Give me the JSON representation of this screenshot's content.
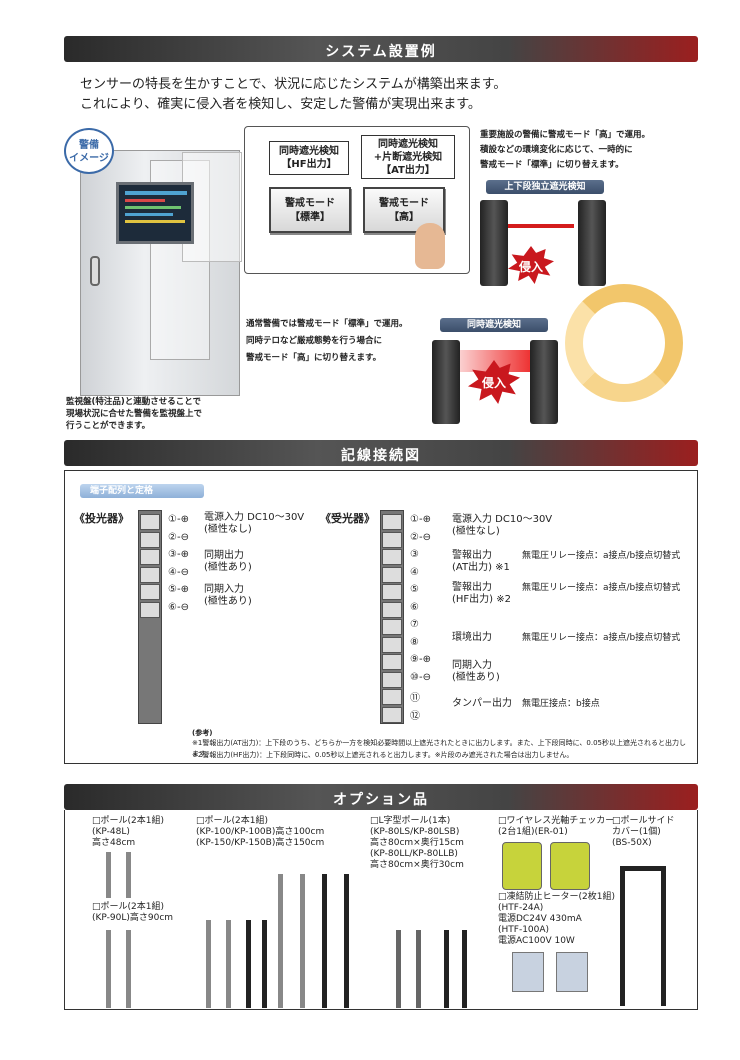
{
  "section1": {
    "title": "システム設置例",
    "intro_line1": "センサーの特長を生かすことで、状況に応じたシステムが構築出来ます。",
    "intro_line2": "これにより、確実に侵入者を検知し、安定した警備が実現出来ます。",
    "badge": "警備\nイメージ",
    "panel_box1": "同時遮光検知\n【HF出力】",
    "panel_box2": "同時遮光検知\n+片断遮光検知\n【AT出力】",
    "mode_btn1": "警戒モード\n【標準】",
    "mode_btn2": "警戒モード\n【高】",
    "caption": "監視盤(特注品)と連動させることで\n現場状況に合せた警備を監視盤上で\n行うことができます。",
    "right_text1": "重要施設の警備に警戒モード「高」で運用。",
    "right_text2": "積設などの環境変化に応じて、一時的に",
    "right_text3": "警戒モード「標準」に切り替えます。",
    "pill1": "上下段独立遮光検知",
    "mid_text1": "通常警備では警戒モード「標準」で運用。",
    "mid_text2": "同時テロなど厳戒態勢を行う場合に",
    "mid_text3": "警戒モード「高」に切り替えます。",
    "pill2": "同時遮光検知",
    "burst": "侵入"
  },
  "section2": {
    "title": "記線接続図",
    "tab": "端子配列と定格",
    "emitter": "《投光器》",
    "receiver": "《受光器》",
    "emitter_terms": [
      "①-⊕",
      "②-⊖",
      "③-⊕",
      "④-⊖",
      "⑤-⊕",
      "⑥-⊖"
    ],
    "emitter_labels": [
      {
        "text": "電源入力 DC10～30V\n(極性なし)"
      },
      {
        "text": "同期出力\n(極性あり)"
      },
      {
        "text": "同期入力\n(極性あり)"
      }
    ],
    "receiver_terms": [
      "①-⊕",
      "②-⊖",
      "③",
      "④",
      "⑤",
      "⑥",
      "⑦",
      "⑧",
      "⑨-⊕",
      "⑩-⊖",
      "⑪",
      "⑫"
    ],
    "receiver_labels": [
      {
        "text": "電源入力 DC10～30V\n(極性なし)",
        "spec": ""
      },
      {
        "text": "警報出力\n(AT出力) ※1",
        "spec": "無電圧リレー接点：a接点/b接点切替式"
      },
      {
        "text": "警報出力\n(HF出力) ※2",
        "spec": "無電圧リレー接点：a接点/b接点切替式"
      },
      {
        "text": "環境出力",
        "spec": "無電圧リレー接点：a接点/b接点切替式"
      },
      {
        "text": "同期入力\n(極性あり)",
        "spec": ""
      },
      {
        "text": "タンパー出力",
        "spec": "無電圧接点：b接点"
      }
    ],
    "note_head": "(参考)",
    "note1": "※1警報出力(AT出力)：上下段のうち、どちらか一方を検知必要時間以上遮光されたときに出力します。また、上下段同時に、0.05秒以上遮光されると出力します。",
    "note2": "※2警報出力(HF出力)：上下段同時に、0.05秒以上遮光されると出力します。※片段のみ遮光された場合は出力しません。"
  },
  "section3": {
    "title": "オプション品",
    "opt1": "□ポール(2本1組)\n(KP-48L)\n高さ48cm",
    "opt2": "□ポール(2本1組)\n(KP-90L)高さ90cm",
    "opt3": "□ポール(2本1組)\n(KP-100/KP-100B)高さ100cm\n(KP-150/KP-150B)高さ150cm",
    "opt4": "□L字型ポール(1本)\n(KP-80LS/KP-80LSB)\n高さ80cm×奥行15cm\n(KP-80LL/KP-80LLB)\n高さ80cm×奥行30cm",
    "opt5": "□ワイヤレス光軸チェッカー\n(2台1組)(ER-01)",
    "opt6": "□凍結防止ヒーター(2枚1組)\n(HTF-24A)\n電源DC24V 430mA\n(HTF-100A)\n電源AC100V 10W",
    "opt7": "□ポールサイド\nカバー(1個)\n(BS-50X)"
  }
}
